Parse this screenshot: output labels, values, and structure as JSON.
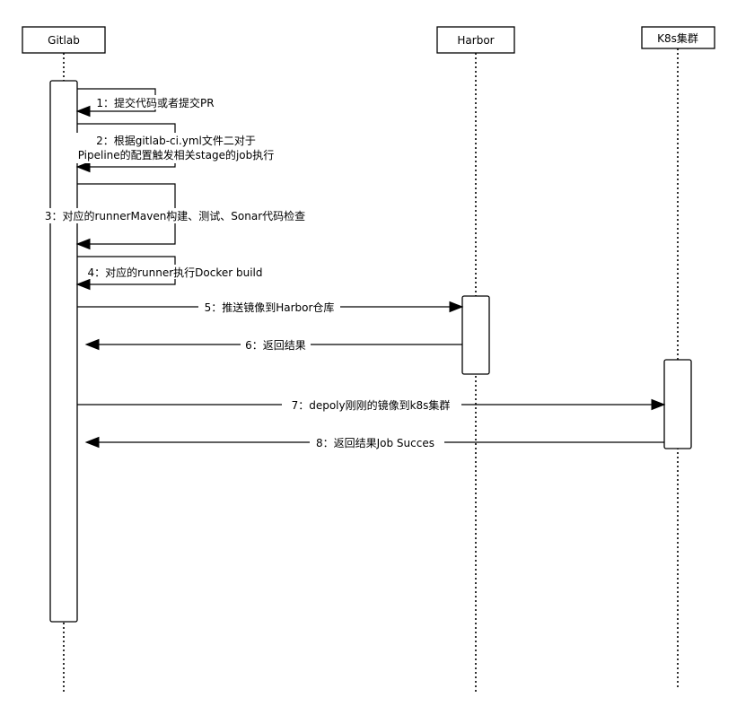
{
  "participants": [
    {
      "id": "gitlab",
      "label": "Gitlab"
    },
    {
      "id": "harbor",
      "label": "Harbor"
    },
    {
      "id": "k8s",
      "label": "K8s集群"
    }
  ],
  "messages": [
    {
      "id": "m1",
      "from": "gitlab",
      "to": "gitlab",
      "kind": "self",
      "lines": [
        "1：提交代码或者提交PR"
      ]
    },
    {
      "id": "m2",
      "from": "gitlab",
      "to": "gitlab",
      "kind": "self",
      "lines": [
        "2：根据gitlab-ci.yml文件二对于",
        "Pipeline的配置触发相关stage的job执行"
      ]
    },
    {
      "id": "m3",
      "from": "gitlab",
      "to": "gitlab",
      "kind": "self",
      "lines": [
        "3：对应的runnerMaven构建、测试、Sonar代码检查"
      ]
    },
    {
      "id": "m4",
      "from": "gitlab",
      "to": "gitlab",
      "kind": "self",
      "lines": [
        "4：对应的runner执行Docker build"
      ]
    },
    {
      "id": "m5",
      "from": "gitlab",
      "to": "harbor",
      "kind": "call",
      "lines": [
        "5：推送镜像到Harbor仓库"
      ]
    },
    {
      "id": "m6",
      "from": "harbor",
      "to": "gitlab",
      "kind": "return",
      "lines": [
        "6：返回结果"
      ]
    },
    {
      "id": "m7",
      "from": "gitlab",
      "to": "k8s",
      "kind": "call",
      "lines": [
        "7：depoly刚刚的镜像到k8s集群"
      ]
    },
    {
      "id": "m8",
      "from": "k8s",
      "to": "gitlab",
      "kind": "return",
      "lines": [
        "8：返回结果Job Succes"
      ]
    }
  ]
}
